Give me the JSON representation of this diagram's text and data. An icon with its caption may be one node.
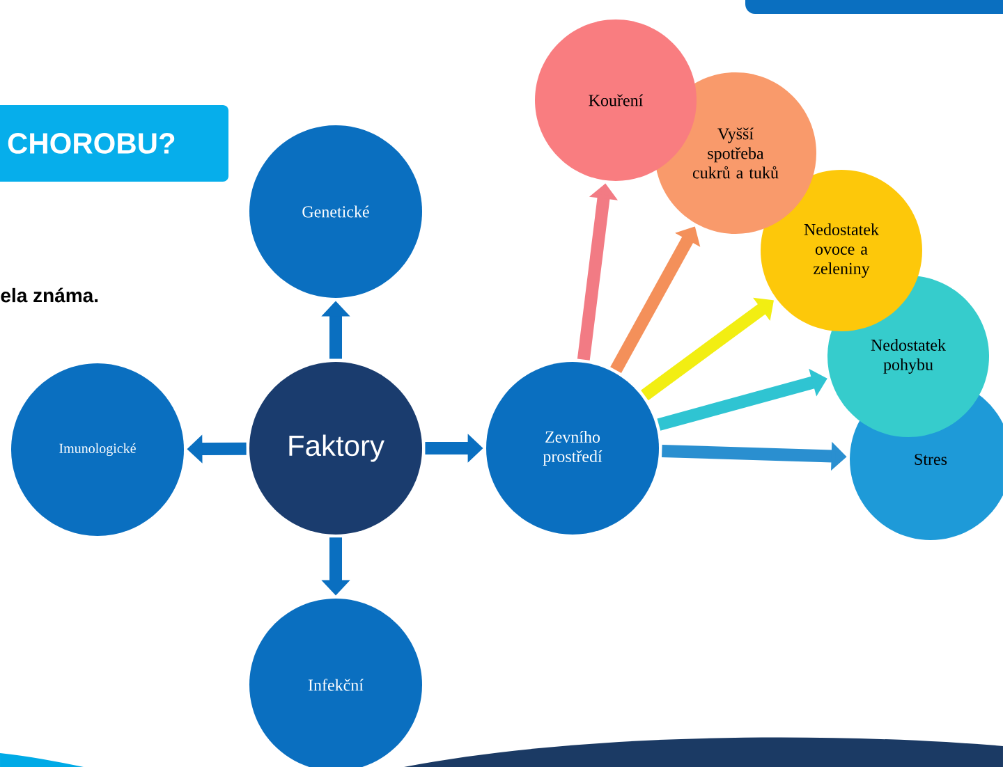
{
  "diagram": {
    "nodes": [
      {
        "text": [
          "CHOROBU?"
        ]
      },
      {
        "text": [
          "Genetické"
        ]
      },
      {
        "text": [
          "Imunologické"
        ]
      },
      {
        "text": [
          "Faktory"
        ]
      },
      {
        "text": [
          "Zevního prostředí"
        ]
      },
      {
        "text": [
          "Infekční"
        ]
      },
      {
        "text": [
          "Kouření"
        ]
      },
      {
        "text": [
          "Vyšší spotřeba cukrů a tuků"
        ]
      },
      {
        "text": [
          "Nedostatek ovoce a zeleniny"
        ]
      },
      {
        "text": [
          "Nedostatek pohybu"
        ]
      },
      {
        "text": [
          "Stres"
        ]
      }
    ],
    "edges": [
      {
        "from": 3,
        "to": 1,
        "arrow": "to"
      },
      {
        "from": 3,
        "to": 2,
        "arrow": "to"
      },
      {
        "from": 3,
        "to": 4,
        "arrow": "to"
      },
      {
        "from": 3,
        "to": 5,
        "arrow": "to"
      },
      {
        "from": 4,
        "to": 6,
        "arrow": "to",
        "color": "#f27b84"
      },
      {
        "from": 4,
        "to": 7,
        "arrow": "to",
        "color": "#f4905a"
      },
      {
        "from": 4,
        "to": 8,
        "arrow": "to",
        "color": "#f2ee12"
      },
      {
        "from": 4,
        "to": 9,
        "arrow": "to",
        "color": "#2fc4d2"
      },
      {
        "from": 4,
        "to": 10,
        "arrow": "to",
        "color": "#2a8fd0"
      }
    ],
    "labels": [
      "ela známa."
    ]
  }
}
